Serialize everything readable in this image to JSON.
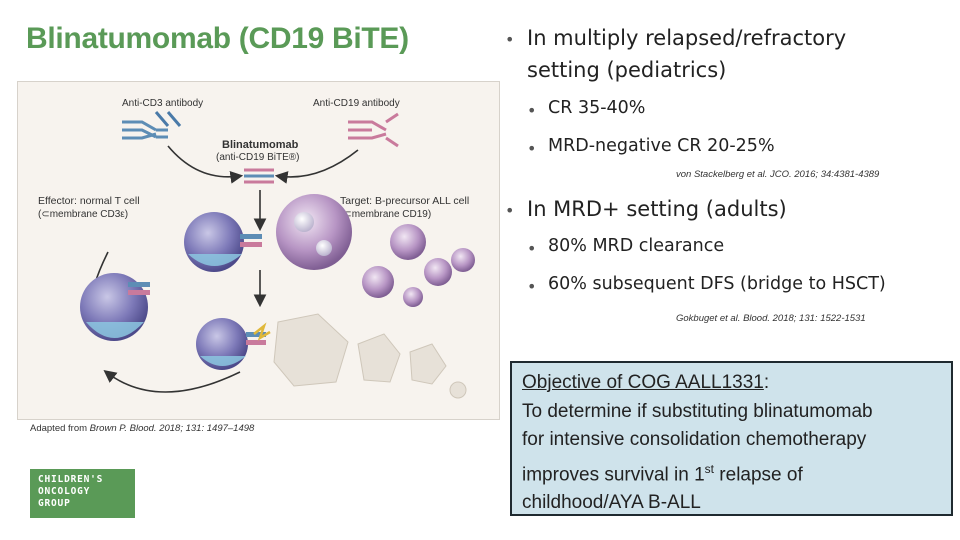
{
  "title": "Blinatumomab (CD19 BiTE)",
  "figure": {
    "labels": {
      "anti_cd3": "Anti-CD3 antibody",
      "anti_cd19": "Anti-CD19 antibody",
      "blina": "Blinatumomab",
      "blina_sub": "(anti-CD19 BiTE®)",
      "effector": "Effector: normal T cell",
      "effector_sub": "(⊂membrane CD3ε)",
      "target": "Target: B-precursor ALL cell",
      "target_sub": "(⊂membrane CD19)"
    },
    "caption_prefix": "Adapted from ",
    "caption_cite": "Brown P. Blood. 2018; 131: 1497–1498"
  },
  "logo": [
    "CHILDREN'S",
    "ONCOLOGY",
    "GROUP"
  ],
  "bullets": {
    "s1_header_l1": "In multiply relapsed/refractory",
    "s1_header_l2": "setting (pediatrics)",
    "s1_items": [
      "CR 35-40%",
      "MRD-negative CR 20-25%"
    ],
    "s1_ref": "von Stackelberg et al. JCO. 2016; 34:4381-4389",
    "s2_header": "In MRD+ setting (adults)",
    "s2_items": [
      "80% MRD clearance",
      "60% subsequent DFS (bridge to HSCT)"
    ],
    "s2_ref": "Gokbuget et al. Blood. 2018; 131: 1522-1531",
    "bullet_char": "•"
  },
  "objective": {
    "heading": "Objective of COG AALL1331",
    "colon": ":",
    "line2": "To determine if substituting blinatumomab",
    "line3": "for intensive consolidation chemotherapy",
    "line4_pre": "improves survival in 1",
    "line4_sup": "st",
    "line4_post": " relapse of",
    "line5": "childhood/AYA B-ALL"
  }
}
